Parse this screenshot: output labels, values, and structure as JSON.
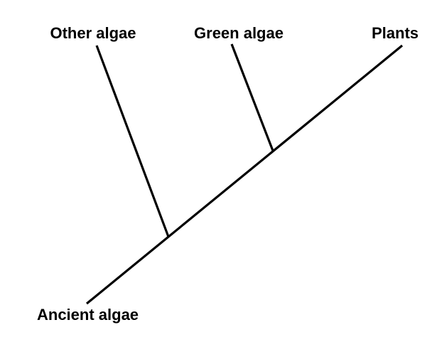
{
  "tree": {
    "root_label": "Ancient algae",
    "taxa": [
      {
        "label": "Other algae"
      },
      {
        "label": "Green algae"
      },
      {
        "label": "Plants"
      }
    ]
  }
}
